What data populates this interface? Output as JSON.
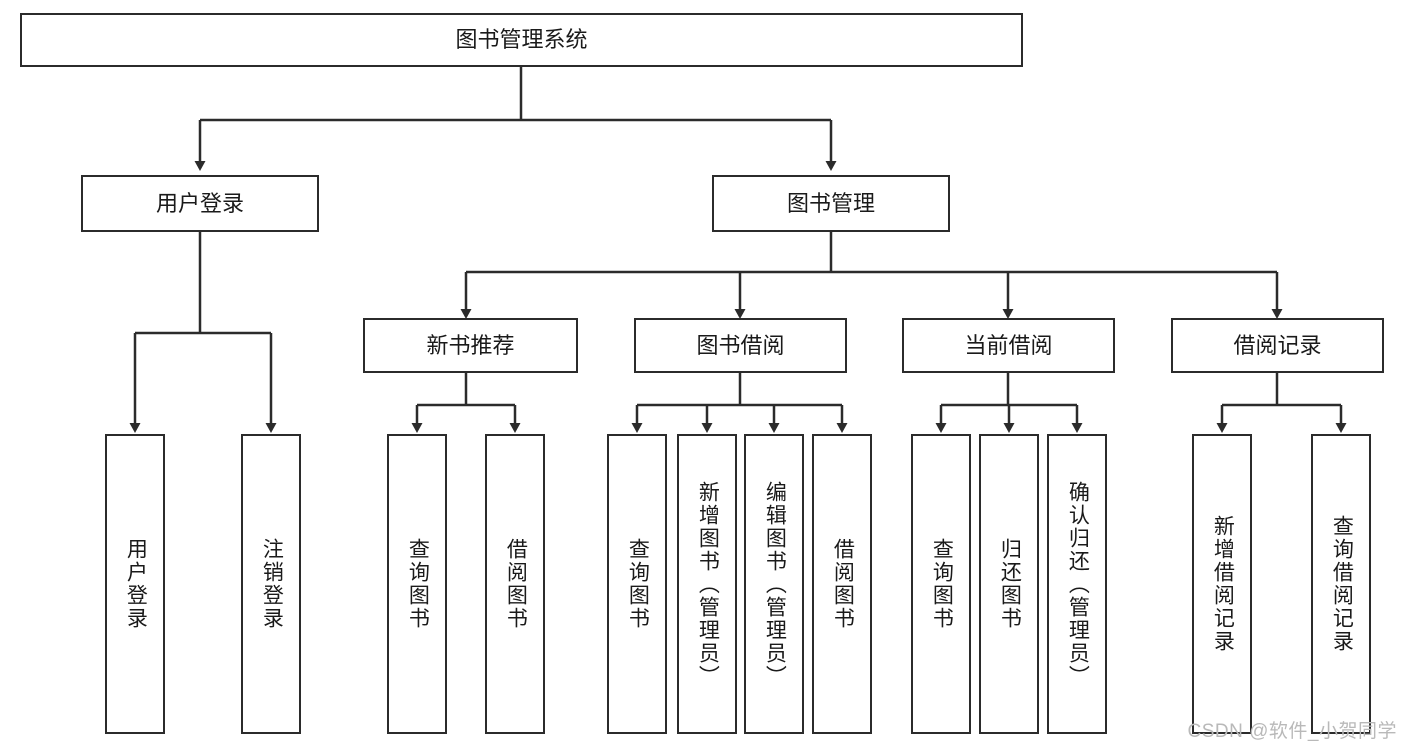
{
  "diagram": {
    "title": "图书管理系统",
    "type": "tree-hierarchy",
    "root": {
      "id": "root",
      "label": "图书管理系统",
      "orientation": "horizontal"
    },
    "level2": [
      {
        "id": "user-login",
        "label": "用户登录",
        "orientation": "horizontal"
      },
      {
        "id": "book-manage",
        "label": "图书管理",
        "orientation": "horizontal"
      }
    ],
    "level3": [
      {
        "id": "new-book-recommend",
        "label": "新书推荐",
        "orientation": "horizontal",
        "parent": "book-manage"
      },
      {
        "id": "book-borrow",
        "label": "图书借阅",
        "orientation": "horizontal",
        "parent": "book-manage"
      },
      {
        "id": "current-borrow",
        "label": "当前借阅",
        "orientation": "horizontal",
        "parent": "book-manage"
      },
      {
        "id": "borrow-record",
        "label": "借阅记录",
        "orientation": "horizontal",
        "parent": "book-manage"
      }
    ],
    "leaves": [
      {
        "id": "leaf-user-login",
        "label": "用户登录",
        "orientation": "vertical",
        "parent": "user-login"
      },
      {
        "id": "leaf-user-logout",
        "label": "注销登录",
        "orientation": "vertical",
        "parent": "user-login"
      },
      {
        "id": "leaf-query-book-1",
        "label": "查询图书",
        "orientation": "vertical",
        "parent": "new-book-recommend"
      },
      {
        "id": "leaf-borrow-book-1",
        "label": "借阅图书",
        "orientation": "vertical",
        "parent": "new-book-recommend"
      },
      {
        "id": "leaf-query-book-2",
        "label": "查询图书",
        "orientation": "vertical",
        "parent": "book-borrow"
      },
      {
        "id": "leaf-add-book",
        "label": "新增图书（管理员）",
        "orientation": "vertical",
        "parent": "book-borrow"
      },
      {
        "id": "leaf-edit-book",
        "label": "编辑图书（管理员）",
        "orientation": "vertical",
        "parent": "book-borrow"
      },
      {
        "id": "leaf-borrow-book-2",
        "label": "借阅图书",
        "orientation": "vertical",
        "parent": "book-borrow"
      },
      {
        "id": "leaf-query-book-3",
        "label": "查询图书",
        "orientation": "vertical",
        "parent": "current-borrow"
      },
      {
        "id": "leaf-return-book",
        "label": "归还图书",
        "orientation": "vertical",
        "parent": "current-borrow"
      },
      {
        "id": "leaf-confirm-return",
        "label": "确认归还（管理员）",
        "orientation": "vertical",
        "parent": "current-borrow"
      },
      {
        "id": "leaf-add-record",
        "label": "新增借阅记录",
        "orientation": "vertical",
        "parent": "borrow-record"
      },
      {
        "id": "leaf-query-record",
        "label": "查询借阅记录",
        "orientation": "vertical",
        "parent": "borrow-record"
      }
    ],
    "colors": {
      "stroke": "#2b2b2b",
      "fill": "#ffffff",
      "text": "#1a1a1a",
      "watermark": "#b9b9b9"
    }
  },
  "watermark": {
    "text": "CSDN @软件_小贺同学"
  }
}
